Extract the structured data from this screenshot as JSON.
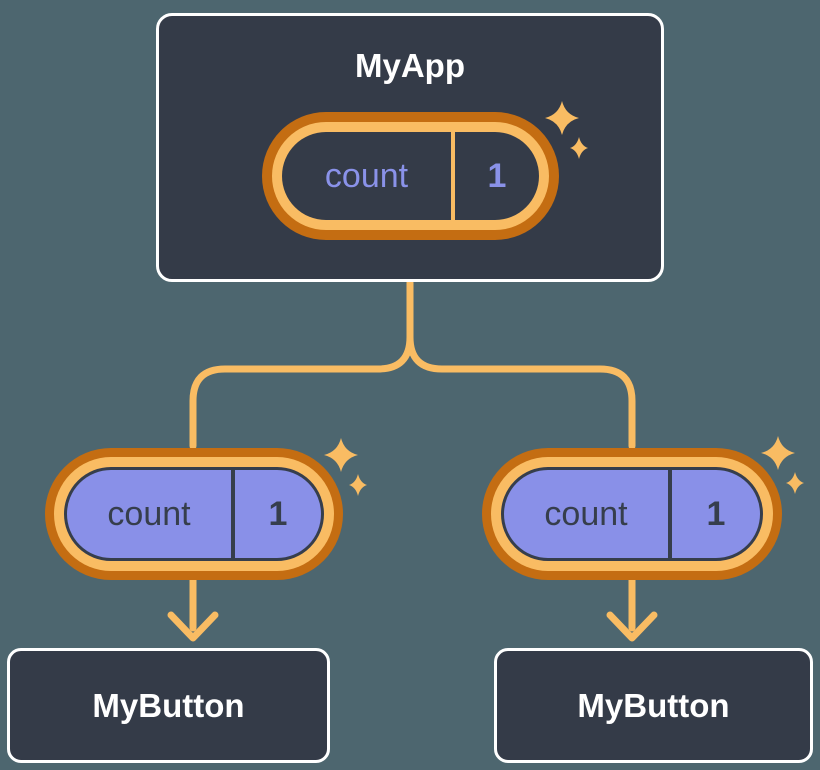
{
  "diagram": {
    "description": "React component tree showing state passed down as props",
    "root": {
      "title": "MyApp",
      "state": {
        "name": "count",
        "value": "1"
      }
    },
    "children": [
      {
        "title": "MyButton",
        "prop": {
          "name": "count",
          "value": "1"
        }
      },
      {
        "title": "MyButton",
        "prop": {
          "name": "count",
          "value": "1"
        }
      }
    ]
  },
  "icons": {
    "sparkle": "sparkle-icon"
  },
  "colors": {
    "page_background": "#4D666F",
    "card_background": "#343B48",
    "card_border": "#FFFFFF",
    "ring_orange_dark": "#C46D12",
    "ring_orange_light": "#F9BC63",
    "connector_gold": "#F9BC63",
    "pill_purple": "#8990E8",
    "text_on_purple": "#363E4C",
    "state_text_purple": "#8A92E9",
    "text_white": "#FFFFFF"
  }
}
